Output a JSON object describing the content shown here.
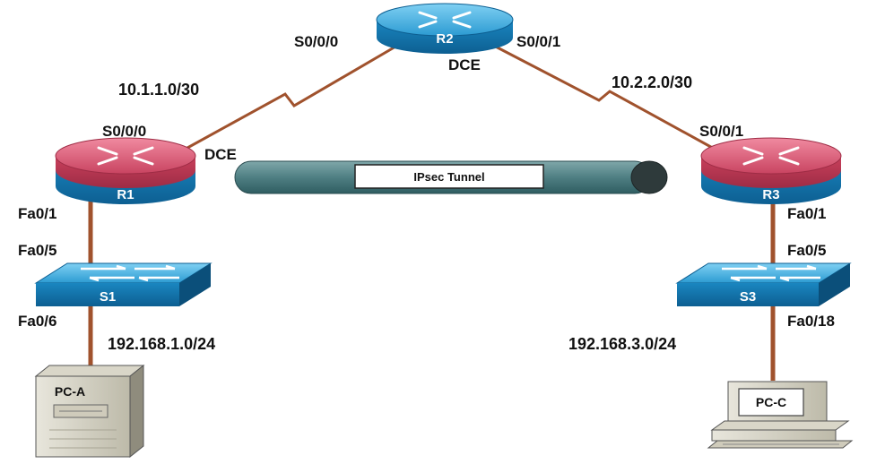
{
  "routers": {
    "r1": {
      "name": "R1"
    },
    "r2": {
      "name": "R2"
    },
    "r3": {
      "name": "R3"
    }
  },
  "switches": {
    "s1": {
      "name": "S1"
    },
    "s3": {
      "name": "S3"
    }
  },
  "hosts": {
    "pc_a": {
      "name": "PC-A"
    },
    "pc_c": {
      "name": "PC-C"
    }
  },
  "interfaces": {
    "r2_s000": "S0/0/0",
    "r2_s001": "S0/0/1",
    "r2_dce": "DCE",
    "r1_s000": "S0/0/0",
    "r1_dce": "DCE",
    "r1_fa01": "Fa0/1",
    "s1_fa05": "Fa0/5",
    "s1_fa06": "Fa0/6",
    "r3_s001": "S0/0/1",
    "r3_fa01": "Fa0/1",
    "s3_fa05": "Fa0/5",
    "s3_fa018": "Fa0/18"
  },
  "networks": {
    "r1_r2": "10.1.1.0/30",
    "r2_r3": "10.2.2.0/30",
    "lan_a": "192.168.1.0/24",
    "lan_c": "192.168.3.0/24"
  },
  "tunnel": {
    "label": "IPsec Tunnel"
  },
  "colors": {
    "link": "#a0522d",
    "router_blue": "#1e90c8",
    "router_red": "#c8415a",
    "switch_blue": "#2a9fd6",
    "tunnel_body": "#3f6f73"
  }
}
